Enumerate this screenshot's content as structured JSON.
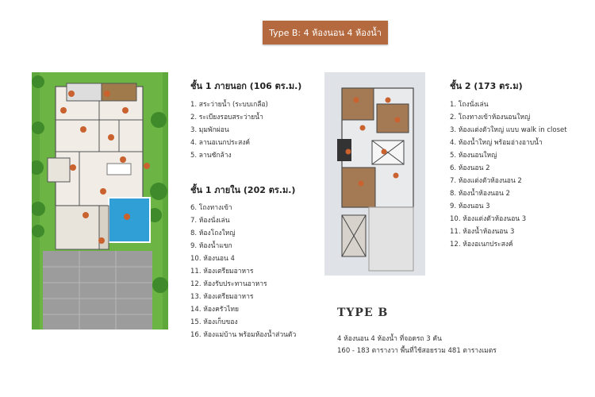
{
  "badge": "Type B: 4 ห้องนอน 4 ห้องน้ำ",
  "floor1_outdoor": {
    "title": "ชั้น 1 ภายนอก (106 ตร.ม.)",
    "items": [
      "1. สระว่ายน้ำ (ระบบเกลือ)",
      "2. ระเบียงรอบสระว่ายน้ำ",
      "3. มุมพักผ่อน",
      "4. ลานอเนกประสงค์",
      "5. ลานซักล้าง"
    ]
  },
  "floor1_indoor": {
    "title": "ชั้น 1 ภายใน (202 ตร.ม.)",
    "items": [
      "6. โถงทางเข้า",
      "7. ห้องนั่งเล่น",
      "8. ห้องโถงใหญ่",
      "9. ห้องน้ำแขก",
      "10. ห้องนอน 4",
      "11. ห้องเตรียมอาหาร",
      "12. ห้องรับประทานอาหาร",
      "13. ห้องเตรียมอาหาร",
      "14. ห้องครัวไทย",
      "15. ห้องเก็บของ",
      "16. ห้องแม่บ้าน พร้อมห้องน้ำส่วนตัว"
    ]
  },
  "floor2": {
    "title": "ชั้น 2 (173 ตร.ม)",
    "items": [
      "1. โถงนั่งเล่น",
      "2. โถงทางเข้าห้องนอนใหญ่",
      "3. ห้องแต่งตัวใหญ่ แบบ walk in closet",
      "4. ห้องน้ำใหญ่ พร้อมอ่างอาบน้ำ",
      "5. ห้องนอนใหญ่",
      "6. ห้องนอน 2",
      "7. ห้องแต่งตัวห้องนอน 2",
      "8. ห้องน้ำห้องนอน 2",
      "9. ห้องนอน 3",
      "10. ห้องแต่งตัวห้องนอน 3",
      "11. ห้องน้ำห้องนอน 3",
      "12. ห้องอเนกประสงค์"
    ]
  },
  "typeb": {
    "title": "TYPE B",
    "line1": "4 ห้องนอน 4 ห้องน้ำ ที่จอดรถ 3 คัน",
    "line2": "160 - 183 ตารางวา พื้นที่ใช้สอยรวม 481 ตารางเมตร"
  },
  "colors": {
    "badge": "#b4693f",
    "marker": "#c9622e",
    "lawn": "#5fa83c",
    "pool": "#2f9fd6"
  }
}
